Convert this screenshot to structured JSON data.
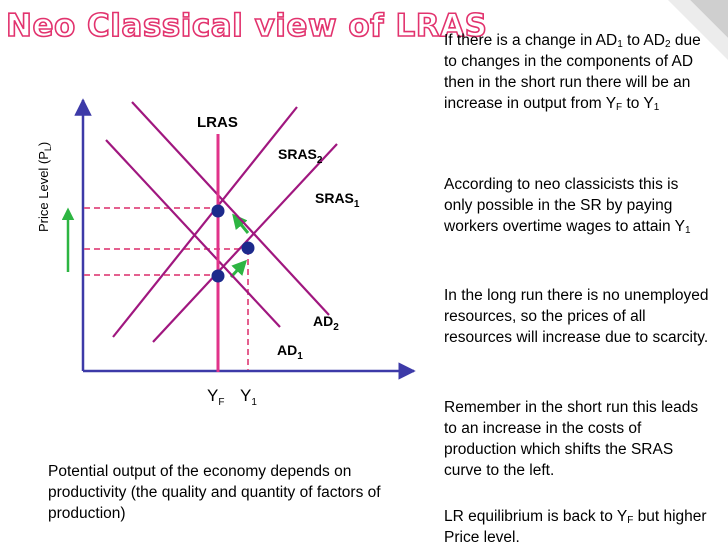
{
  "colors": {
    "title_stroke": "#e2336e",
    "curve": "#a0177f",
    "lras": "#e0338a",
    "dashed": "#e4608f",
    "axis": "#3d3aa8",
    "arrow": "#2db542",
    "point": "#1d2a8c"
  },
  "slide": {
    "title": "Neo Classical view of LRAS"
  },
  "diagram": {
    "ylabel": "Price Level (P",
    "ylabel_sub": "L",
    "ylabel_close": ")",
    "lras_label": "LRAS",
    "sras2": {
      "name": "SRAS",
      "sub": "2"
    },
    "sras1": {
      "name": "SRAS",
      "sub": "1"
    },
    "ad2": {
      "name": "AD",
      "sub": "2"
    },
    "ad1": {
      "name": "AD",
      "sub": "1"
    },
    "yf": {
      "name": "Y",
      "sub": "F"
    },
    "y1": {
      "name": "Y",
      "sub": "1"
    }
  },
  "text": {
    "p1": {
      "a": "If there is a change in AD",
      "a_sub": "1",
      "b": " to AD",
      "b_sub": "2",
      "c": " due to changes in the components of AD then in the short run there will be an increase in output from Y",
      "c_sub": "F",
      "d": " to Y",
      "d_sub": "1"
    },
    "p2": {
      "a": "According to neo classicists this is only possible in the SR by paying workers overtime wages to attain Y",
      "a_sub": "1"
    },
    "p3": "In the long run there is no unemployed resources, so the prices of all resources will increase due to scarcity.",
    "p4": "Remember in the short run this leads to an increase in the costs of production which shifts the SRAS curve to the left.",
    "p5": {
      "a": "LR equilibrium is back to Y",
      "a_sub": "F",
      "b": " but higher Price level."
    },
    "caption": "Potential output of the economy depends on productivity (the quality and quantity of factors of production)"
  }
}
